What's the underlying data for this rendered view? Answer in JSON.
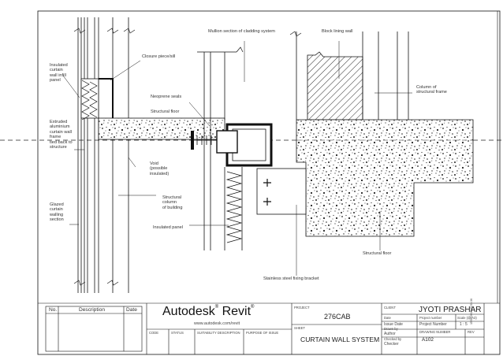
{
  "labels": {
    "insulated_infill": "Insulated\ncurtain\nwall infill\npanel",
    "closure_piece": "Closure piece/sill",
    "neoprene": "Neoprene seals",
    "structural_floor_top": "Structural floor",
    "extruded_frame": "Extruded\naluminium\ncurtain wall\nframe\ntied back to\nstructure",
    "void": "Void\n(possible\ninsulated)",
    "structural_column": "Structural\ncolumn\nof building",
    "glazed_section": "Glazed\ncurtain\nwalling\nsection",
    "insulated_panel": "Insulated panel",
    "mullion_section": "Mullion section of cladding system",
    "block_lining": "Block lining wall",
    "column_frame": "Column of\nstructural frame",
    "structural_floor_right": "Structural floor",
    "fixing_bracket": "Stainless steel fixing bracket"
  },
  "title_block": {
    "col_no": "No.",
    "col_description": "Description",
    "col_date": "Date",
    "brand_main": "Autodesk",
    "brand_product": "Revit",
    "website": "www.autodesk.com/revit",
    "code_label": "CODE",
    "status_label": "STATUS",
    "suitability_label": "SUITABILITY DESCRIPTION",
    "purpose_label": "PURPOSE OF ISSUE",
    "project_label": "PROJECT",
    "project_value": "276CAB",
    "sheet_label": "SHEET",
    "sheet_value": "CURTAIN WALL SYSTEM",
    "client_label": "CLIENT",
    "client_value": "JYOTI PRASHAR",
    "date_label": "Date",
    "date_value": "Issue Date",
    "drawn_label": "Drawn by",
    "drawn_value": "Author",
    "checked_label": "Checked by",
    "checked_value": "Checker",
    "project_number_label": "Project number",
    "project_number_value": "Project Number",
    "scale_label": "Scale (@ A3)",
    "scale_value": "1 : 5",
    "drawing_number_label": "DRAWING NUMBER",
    "drawing_number_value": "A102",
    "rev_label": "REV",
    "side_timestamp": "15/09/2014 09:53:36"
  },
  "colors": {
    "line": "#111111",
    "hatch_grey": "#555555",
    "ink": "#222222"
  }
}
